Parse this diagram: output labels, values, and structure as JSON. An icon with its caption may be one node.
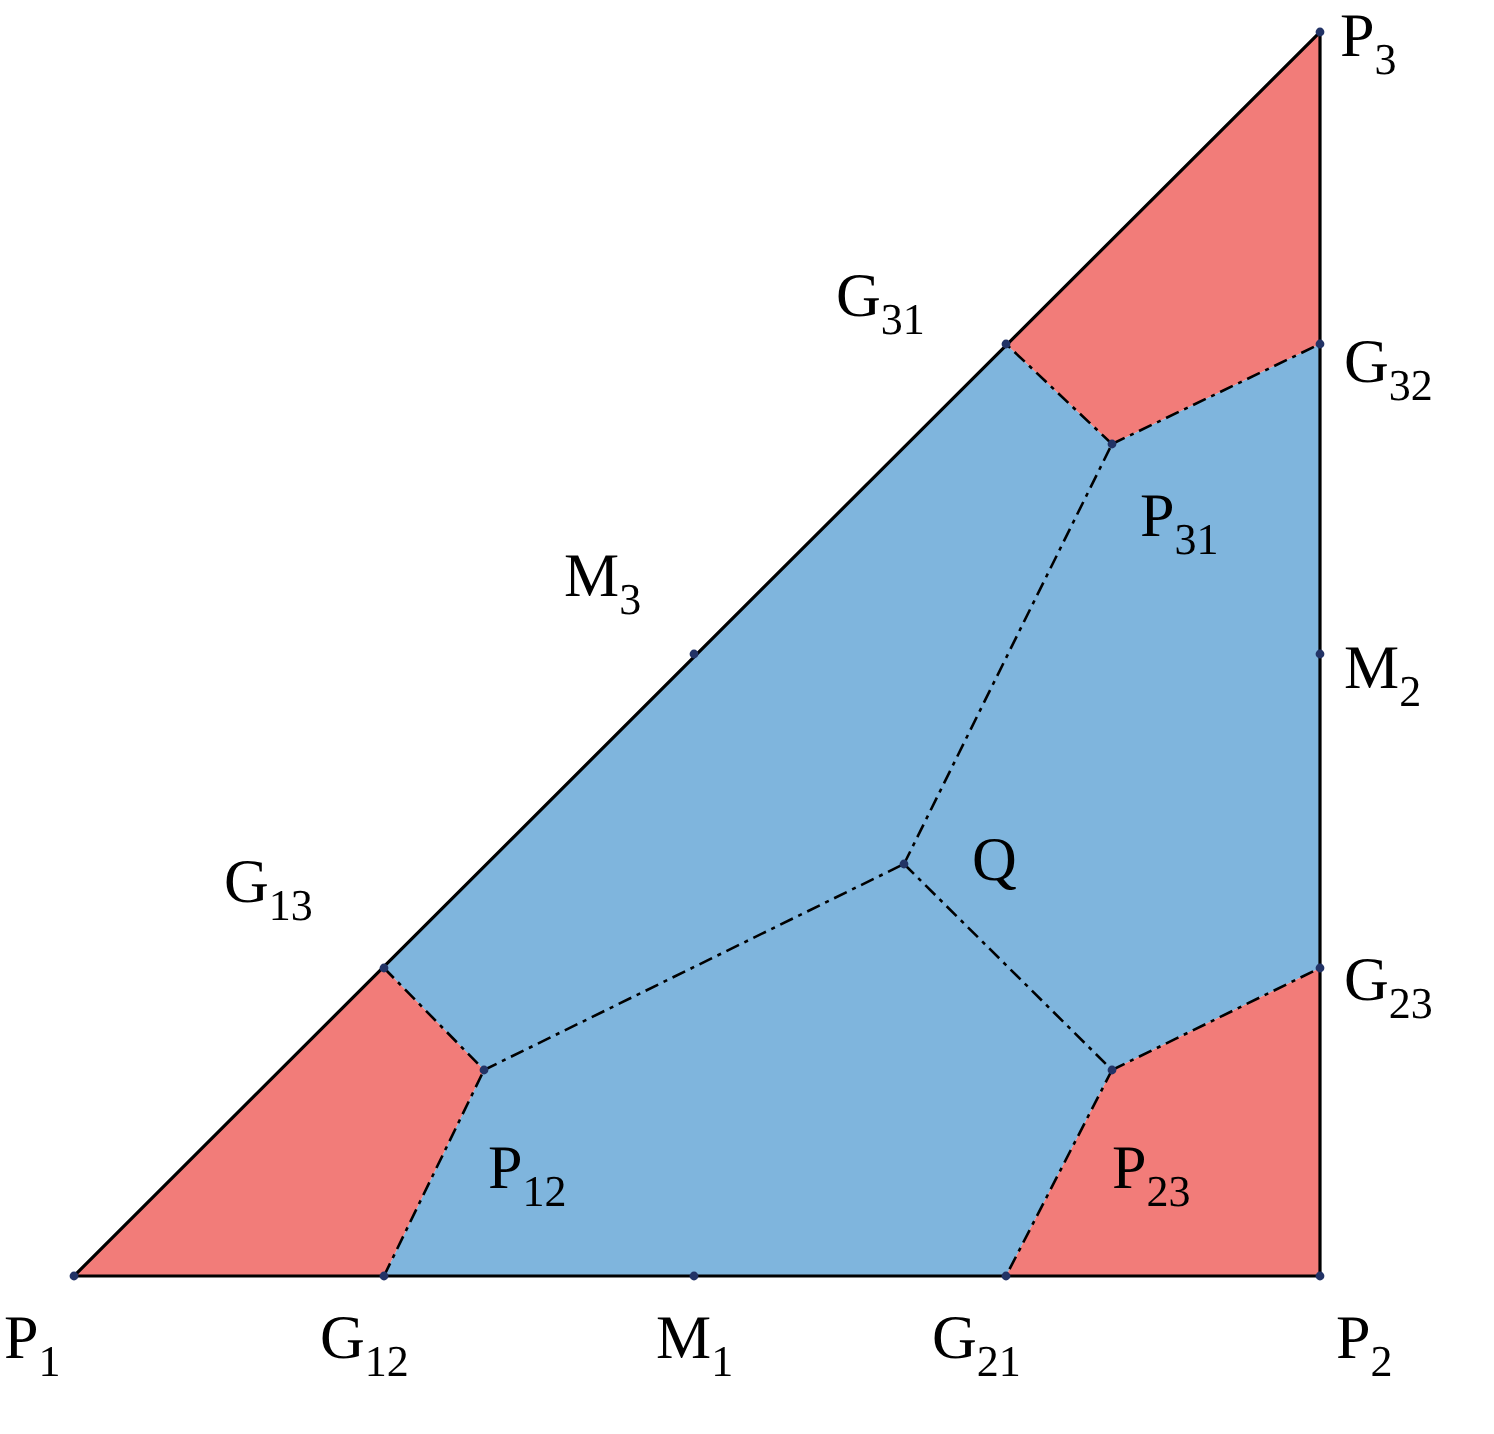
{
  "diagram": {
    "labels": [
      "P$_{3}$",
      "G$_{31}$",
      "G$_{32}$",
      "P$_{31}$",
      "M$_{3}$",
      "M$_{2}$",
      "G$_{13}$",
      "Q",
      "G$_{23}$",
      "P$_{12}$",
      "P$_{23}$",
      "P$_{1}$",
      "G$_{12}$",
      "M$_{1}$",
      "G$_{21}$",
      "P$_{2}$"
    ]
  }
}
